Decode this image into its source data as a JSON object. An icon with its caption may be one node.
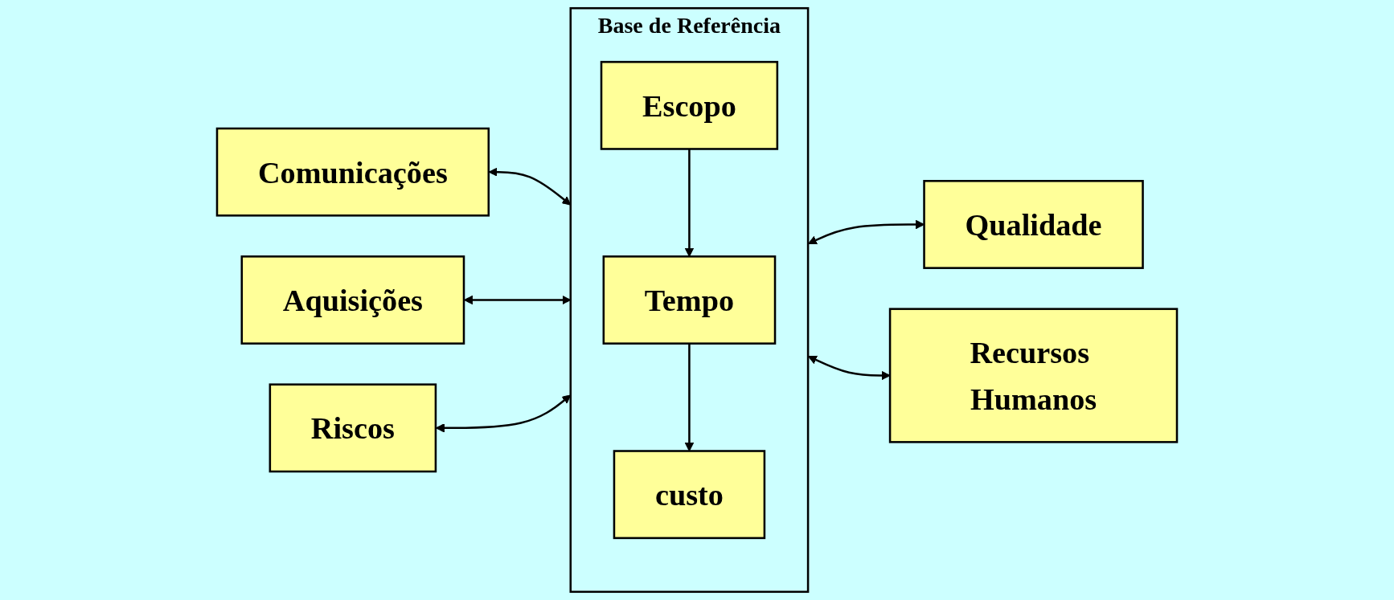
{
  "diagram": {
    "nodes": [
      {
        "text": [
          "Comunicações"
        ]
      },
      {
        "text": [
          "Aquisições"
        ]
      },
      {
        "text": [
          "Riscos"
        ]
      },
      {
        "text": [
          "Base de Referência"
        ]
      },
      {
        "text": [
          "Escopo"
        ],
        "in": 3
      },
      {
        "text": [
          "Tempo"
        ],
        "in": 3
      },
      {
        "text": [
          "custo"
        ],
        "in": 3
      },
      {
        "text": [
          "Qualidade"
        ]
      },
      {
        "text": [
          "Recursos Humanos"
        ]
      }
    ],
    "edges": [
      {
        "from": 0,
        "to": 3,
        "arrow": "both"
      },
      {
        "from": 1,
        "to": 3,
        "arrow": "both"
      },
      {
        "from": 2,
        "to": 3,
        "arrow": "both"
      },
      {
        "from": 4,
        "to": 5,
        "arrow": "to"
      },
      {
        "from": 5,
        "to": 6,
        "arrow": "to"
      },
      {
        "from": 3,
        "to": 7,
        "arrow": "both"
      },
      {
        "from": 3,
        "to": 8,
        "arrow": "both"
      }
    ]
  }
}
